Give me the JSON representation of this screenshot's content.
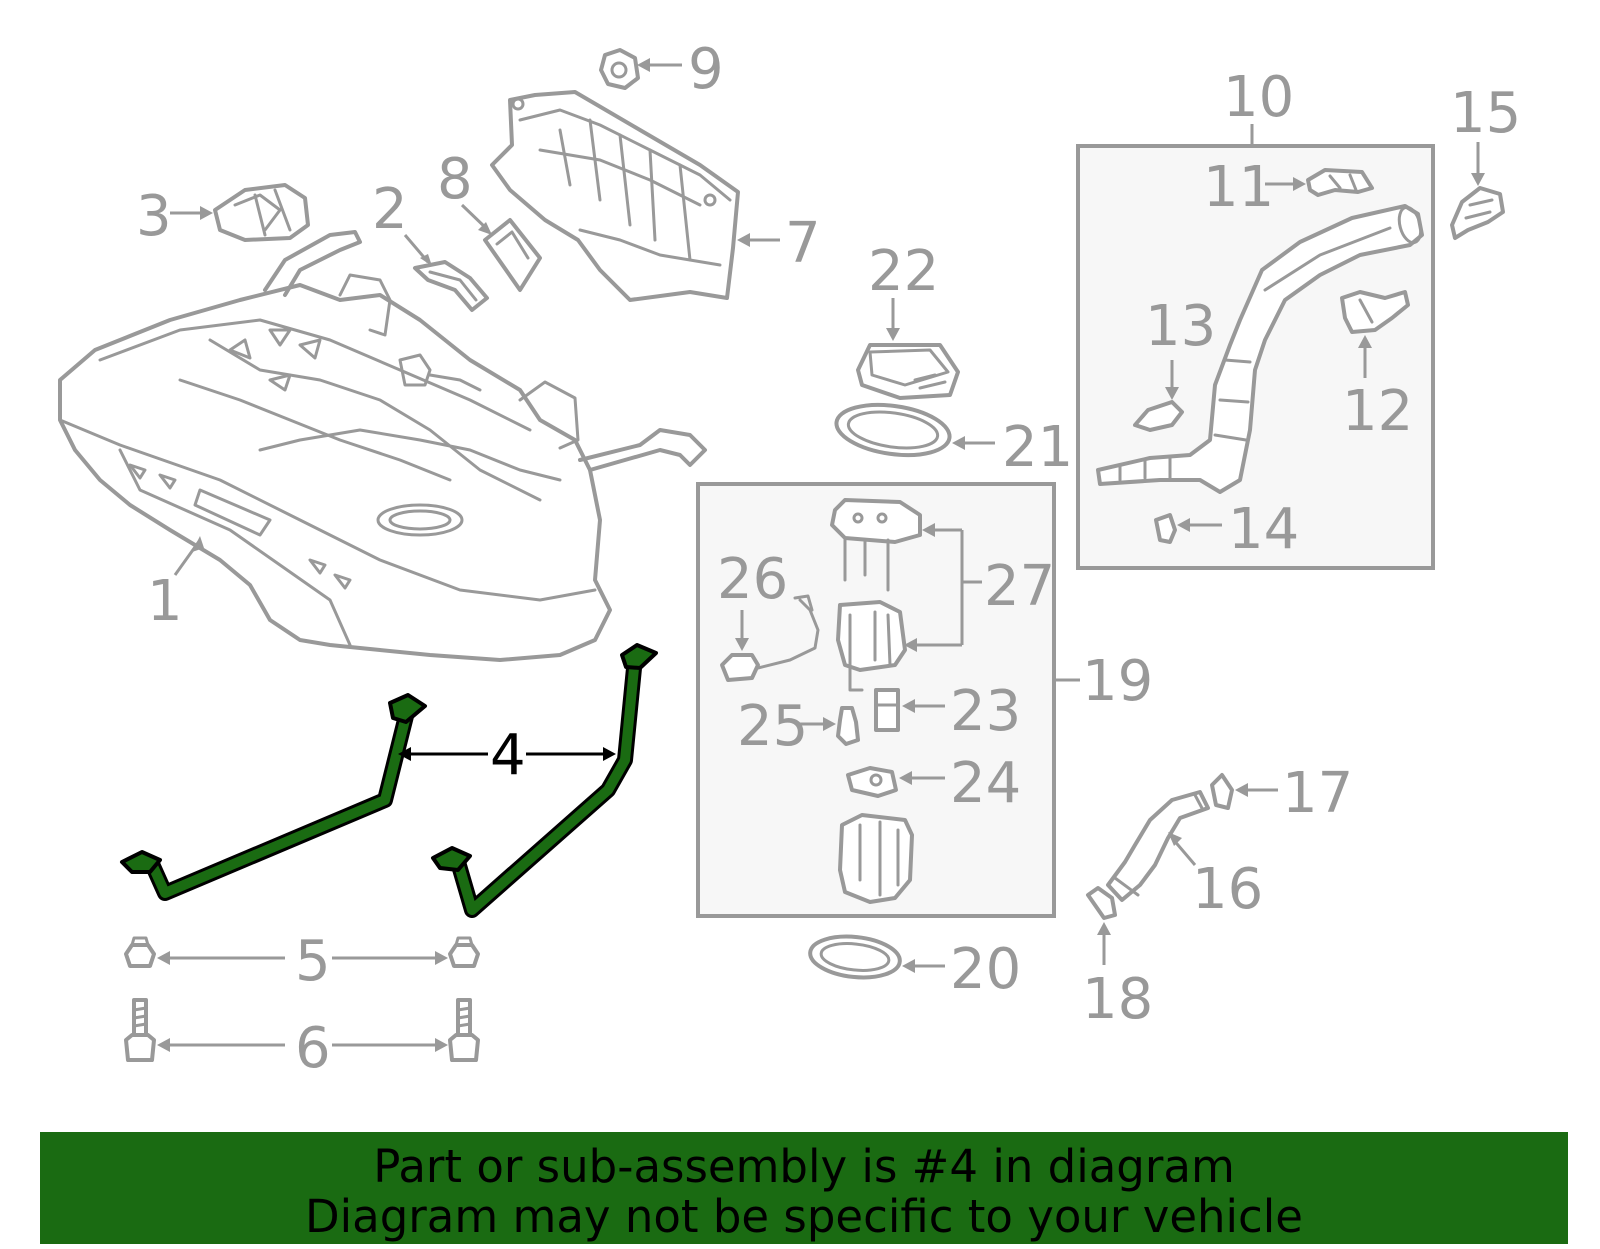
{
  "callouts": {
    "c1": "1",
    "c2": "2",
    "c3": "3",
    "c4": "4",
    "c5": "5",
    "c6": "6",
    "c7": "7",
    "c8": "8",
    "c9": "9",
    "c10": "10",
    "c11": "11",
    "c12": "12",
    "c13": "13",
    "c14": "14",
    "c15": "15",
    "c16": "16",
    "c17": "17",
    "c18": "18",
    "c19": "19",
    "c20": "20",
    "c21": "21",
    "c22": "22",
    "c23": "23",
    "c24": "24",
    "c25": "25",
    "c26": "26",
    "c27": "27"
  },
  "highlighted_part": "4",
  "colors": {
    "highlight": "#1a6b12",
    "parts": "#999999",
    "assembly_box": "#f7f7f7"
  },
  "banner": {
    "line1": "Part or sub-assembly is #4 in diagram",
    "line2": "Diagram may not be specific to your vehicle"
  }
}
